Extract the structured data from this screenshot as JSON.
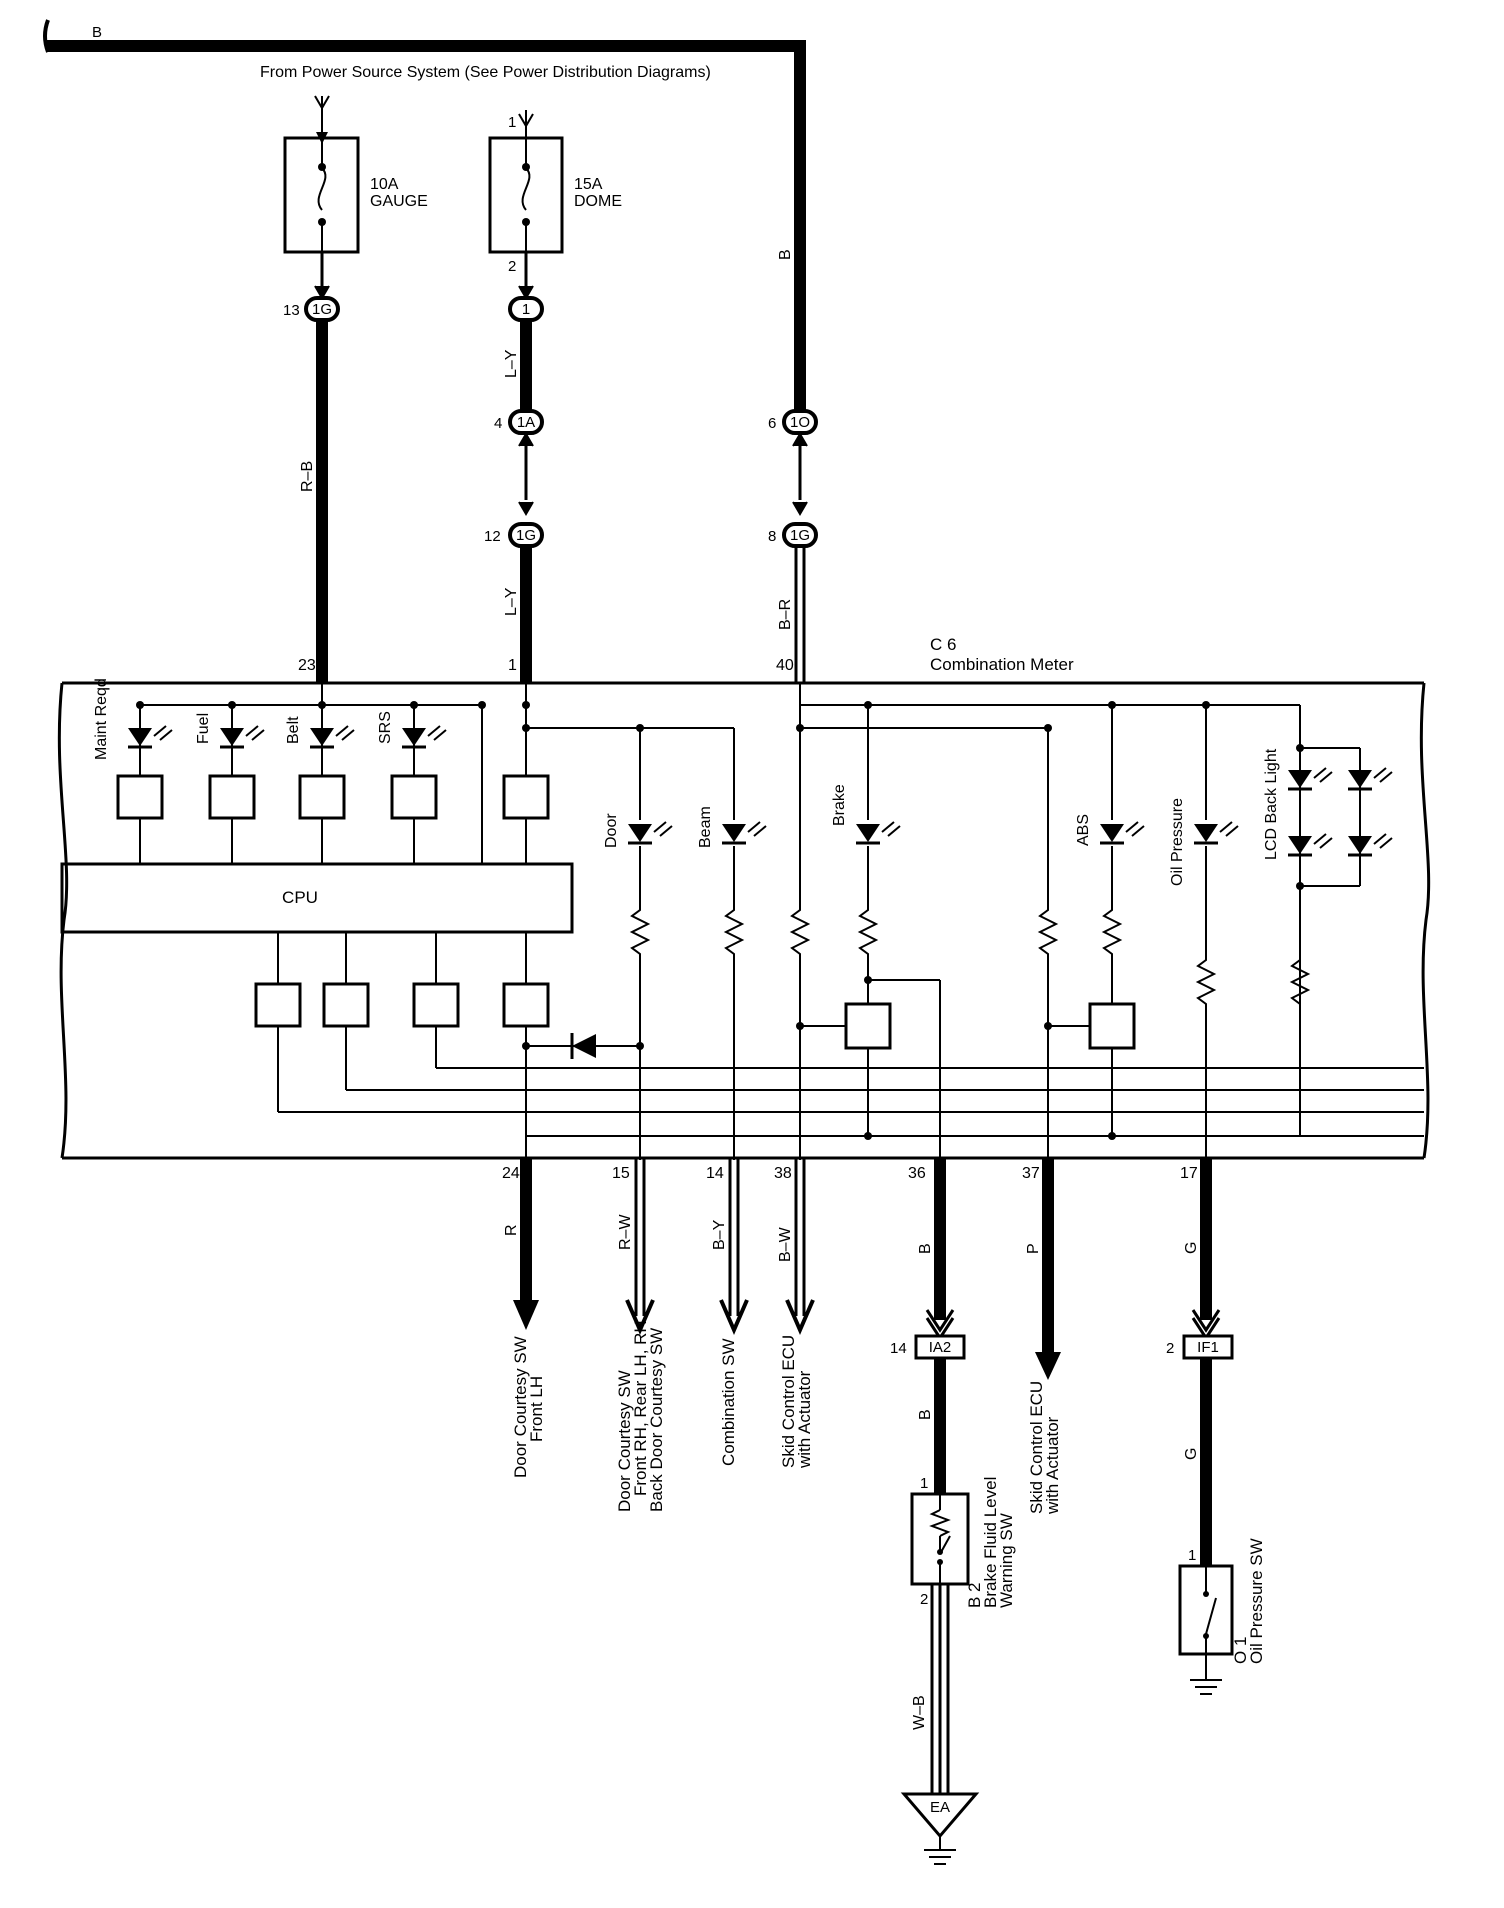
{
  "header": {
    "source": "From Power Source System (See Power Distribution Diagrams)",
    "bus_wire": "B"
  },
  "fuses": [
    {
      "amps": "10A",
      "name": "GAUGE"
    },
    {
      "amps": "15A",
      "name": "DOME",
      "pin_in": "1",
      "pin_out": "2"
    }
  ],
  "connectors": {
    "c13": {
      "pin": "13",
      "label": "1G"
    },
    "c1": {
      "label": "1"
    },
    "c1a": {
      "pin": "4",
      "label": "1A"
    },
    "c1o": {
      "pin": "6",
      "label": "1O"
    },
    "c12": {
      "pin": "12",
      "label": "1G"
    },
    "c8": {
      "pin": "8",
      "label": "1G"
    },
    "ia2": {
      "pin": "14",
      "label": "IA2"
    },
    "if1": {
      "pin": "2",
      "label": "IF1"
    },
    "ea": {
      "label": "EA"
    }
  },
  "wires": {
    "rb": "R–B",
    "ly1": "L–Y",
    "ly2": "L–Y",
    "b_vert": "B",
    "br": "B–R",
    "r": "R",
    "rw": "R–W",
    "by": "B–Y",
    "bw": "B–W",
    "b36": "B",
    "p": "P",
    "g17": "G",
    "b_low": "B",
    "g_low": "G",
    "wb": "W–B"
  },
  "meter": {
    "ref": "C 6",
    "name": "Combination Meter",
    "top_pins": [
      "23",
      "1",
      "40"
    ],
    "bottom_pins": [
      "24",
      "15",
      "14",
      "38",
      "36",
      "37",
      "17"
    ],
    "cpu": "CPU",
    "indicators": [
      "Maint Reqd",
      "Fuel",
      "Belt",
      "SRS",
      "Door",
      "Beam",
      "Brake",
      "ABS",
      "Oil Pressure",
      "LCD Back Light"
    ]
  },
  "destinations": {
    "d24": [
      "Door Courtesy SW",
      "Front LH"
    ],
    "d15": [
      "Door Courtesy SW",
      "Front RH, Rear LH, RH",
      "Back Door Courtesy SW"
    ],
    "d14": [
      "Combination SW"
    ],
    "d38": [
      "Skid Control ECU",
      "with Actuator"
    ],
    "d37": [
      "Skid Control ECU",
      "with Actuator"
    ]
  },
  "components": {
    "b2": {
      "ref": "B 2",
      "name1": "Brake Fluid Level",
      "name2": "Warning SW",
      "pin1": "1",
      "pin2": "2"
    },
    "o1": {
      "ref": "O 1",
      "name": "Oil Pressure SW",
      "pin1": "1"
    }
  }
}
